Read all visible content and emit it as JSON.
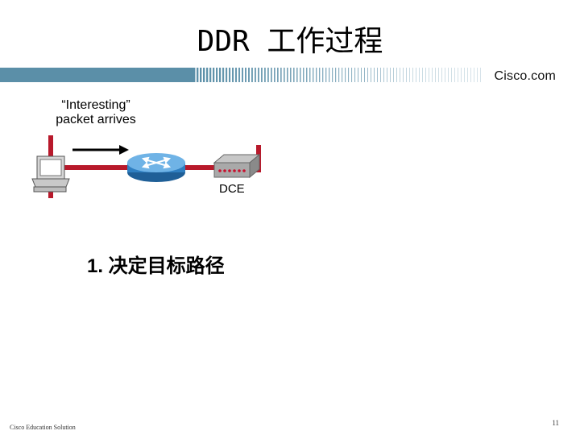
{
  "slide": {
    "title": "DDR 工作过程",
    "brand": "Cisco.com",
    "packet_label_line1": "“Interesting”",
    "packet_label_line2": "packet arrives",
    "dce_label": "DCE",
    "step": "1. 决定目标路径",
    "footer": "Cisco Education Solution",
    "page_number": "11"
  },
  "colors": {
    "band": "#5b8fa8",
    "link_red": "#b8192b",
    "router_blue": "#2f7fc1",
    "dce_gray": "#9a9a9a"
  }
}
